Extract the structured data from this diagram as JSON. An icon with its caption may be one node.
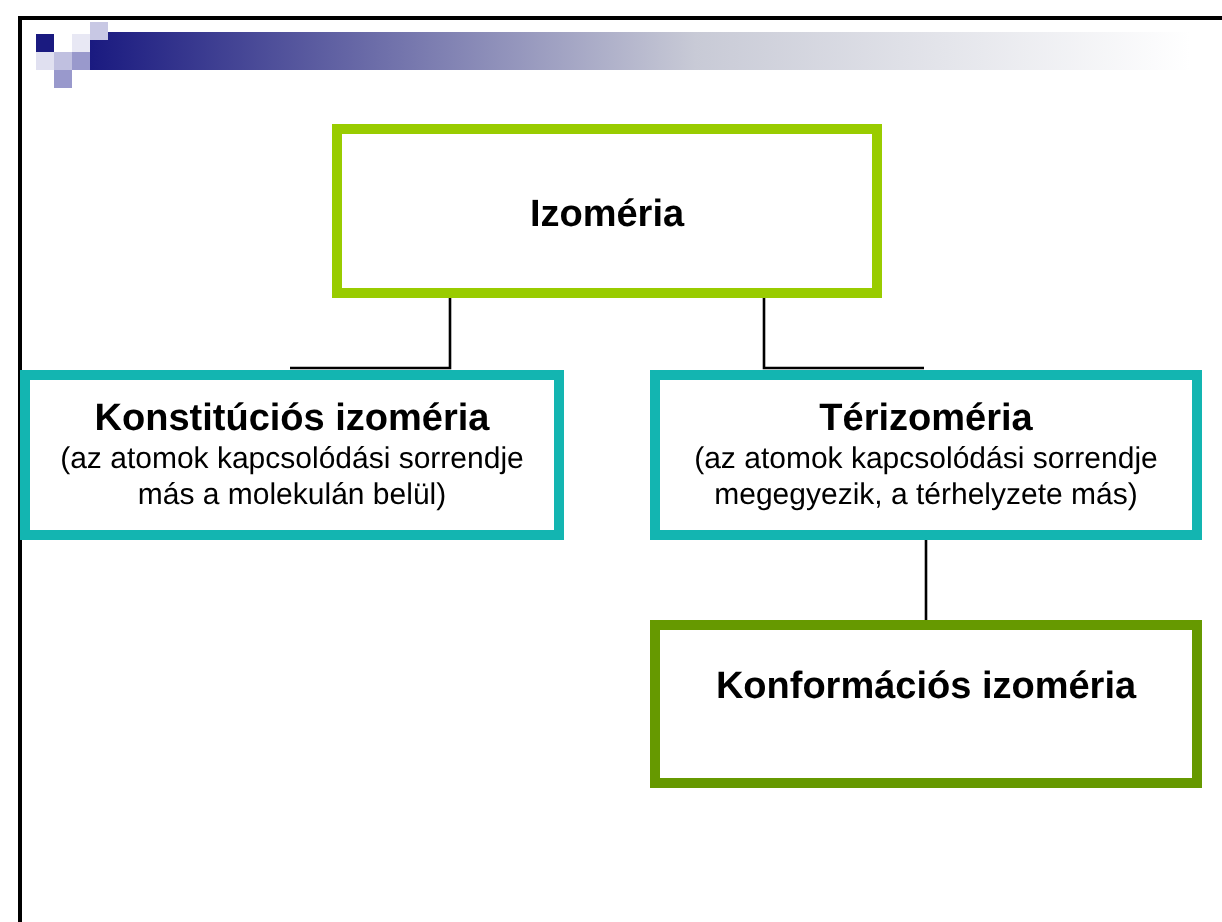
{
  "diagram": {
    "nodes": [
      {
        "text": [
          "Izoméria"
        ]
      },
      {
        "text": [
          "Konstitúciós izoméria",
          "(az atomok kapcsolódási sorrendje más a molekulán belül)"
        ]
      },
      {
        "text": [
          "Térizoméria",
          "(az atomok kapcsolódási sorrendje megegyezik, a térhelyzete más)"
        ]
      },
      {
        "text": [
          "Konformációs izoméria"
        ]
      }
    ],
    "edges": [
      {
        "from": 0,
        "to": 1,
        "arrow": "none"
      },
      {
        "from": 0,
        "to": 2,
        "arrow": "none"
      },
      {
        "from": 2,
        "to": 3,
        "arrow": "none"
      }
    ]
  }
}
